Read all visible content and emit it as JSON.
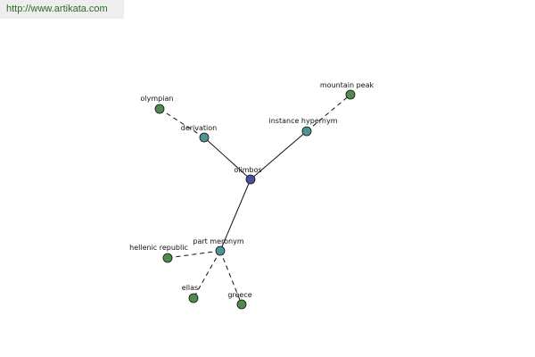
{
  "header": {
    "url": "http://www.artikata.com"
  },
  "graph": {
    "colors": {
      "center": "#4b4f9c",
      "relation": "#4f9494",
      "leaf": "#4f8a4f",
      "edge": "#111111"
    },
    "center": {
      "id": "olimbos",
      "label": "olimbos"
    },
    "relations": [
      {
        "id": "derivation",
        "label": "derivation"
      },
      {
        "id": "instance_hypernym",
        "label": "instance hypernym"
      },
      {
        "id": "part_meronym",
        "label": "part meronym"
      }
    ],
    "leaves": [
      {
        "id": "olympian",
        "label": "olympian",
        "relation": "derivation"
      },
      {
        "id": "mountain_peak",
        "label": "mountain peak",
        "relation": "instance_hypernym"
      },
      {
        "id": "hellenic_republic",
        "label": "hellenic republic",
        "relation": "part_meronym"
      },
      {
        "id": "ellas",
        "label": "ellas",
        "relation": "part_meronym"
      },
      {
        "id": "greece",
        "label": "greece",
        "relation": "part_meronym"
      }
    ]
  }
}
